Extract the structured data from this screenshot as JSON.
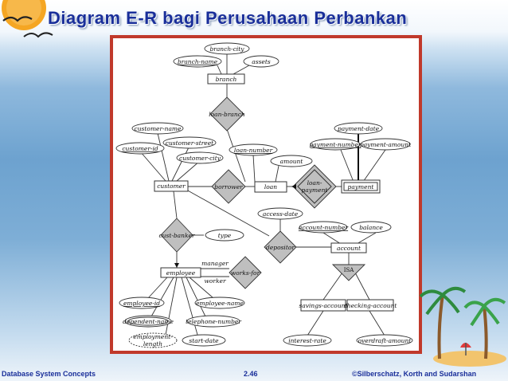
{
  "slide": {
    "title": "Diagram E-R bagi Perusahaan Perbankan",
    "footer_left": "Database System Concepts",
    "footer_center": "2.46",
    "footer_right": "©Silberschatz, Korth and Sudarshan"
  },
  "colors": {
    "title": "#1a2f9a",
    "frame": "#c0392b",
    "relationship_fill": "#bfbfbf",
    "sun": "#f5a623"
  },
  "er": {
    "entities": {
      "branch": "branch",
      "customer": "customer",
      "loan": "loan",
      "payment": "payment",
      "employee": "employee",
      "account": "account",
      "savings_account": "savings-account",
      "checking_account": "checking-account"
    },
    "relationships": {
      "loan_branch": "loan-branch",
      "borrower": "borrower",
      "loan_payment": "loan-\npayment",
      "cust_banker": "cust-banker",
      "works_for": "works-for",
      "depositor": "depositor",
      "isa": "ISA"
    },
    "attributes": {
      "branch_city": "branch-city",
      "branch_name": "branch-name",
      "assets": "assets",
      "customer_name": "customer-name",
      "customer_street": "customer-street",
      "customer_id": "customer-id",
      "customer_city": "customer-city",
      "loan_number": "loan-number",
      "amount": "amount",
      "payment_date": "payment-date",
      "payment_number": "payment-number",
      "payment_amount": "payment-amount",
      "access_date": "access-date",
      "account_number": "account-number",
      "balance": "balance",
      "type": "type",
      "employee_id": "employee-id",
      "employee_name": "employee-name",
      "dependent_name": "dependent-name",
      "telephone_number": "telephone-number",
      "employment_length": "employment-\nlength",
      "start_date": "start-date",
      "interest_rate": "interest-rate",
      "overdraft_amount": "overdraft-amount"
    },
    "roles": {
      "manager": "manager",
      "worker": "worker"
    }
  }
}
